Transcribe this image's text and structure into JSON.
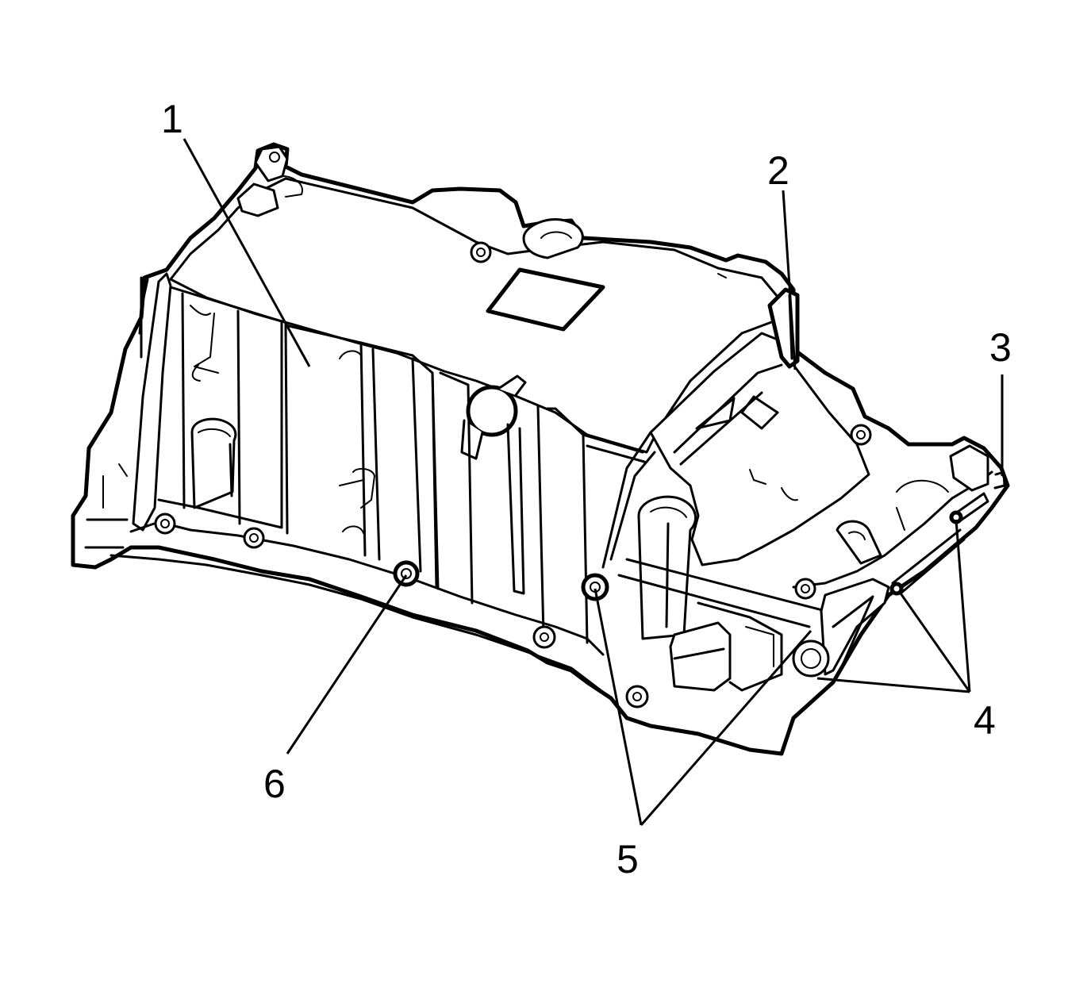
{
  "colors": {
    "background": "#ffffff",
    "ink": "#000000"
  },
  "callouts": [
    {
      "id": "1",
      "label": "1"
    },
    {
      "id": "2",
      "label": "2"
    },
    {
      "id": "3",
      "label": "3"
    },
    {
      "id": "4",
      "label": "4"
    },
    {
      "id": "5",
      "label": "5"
    },
    {
      "id": "6",
      "label": "6"
    }
  ]
}
